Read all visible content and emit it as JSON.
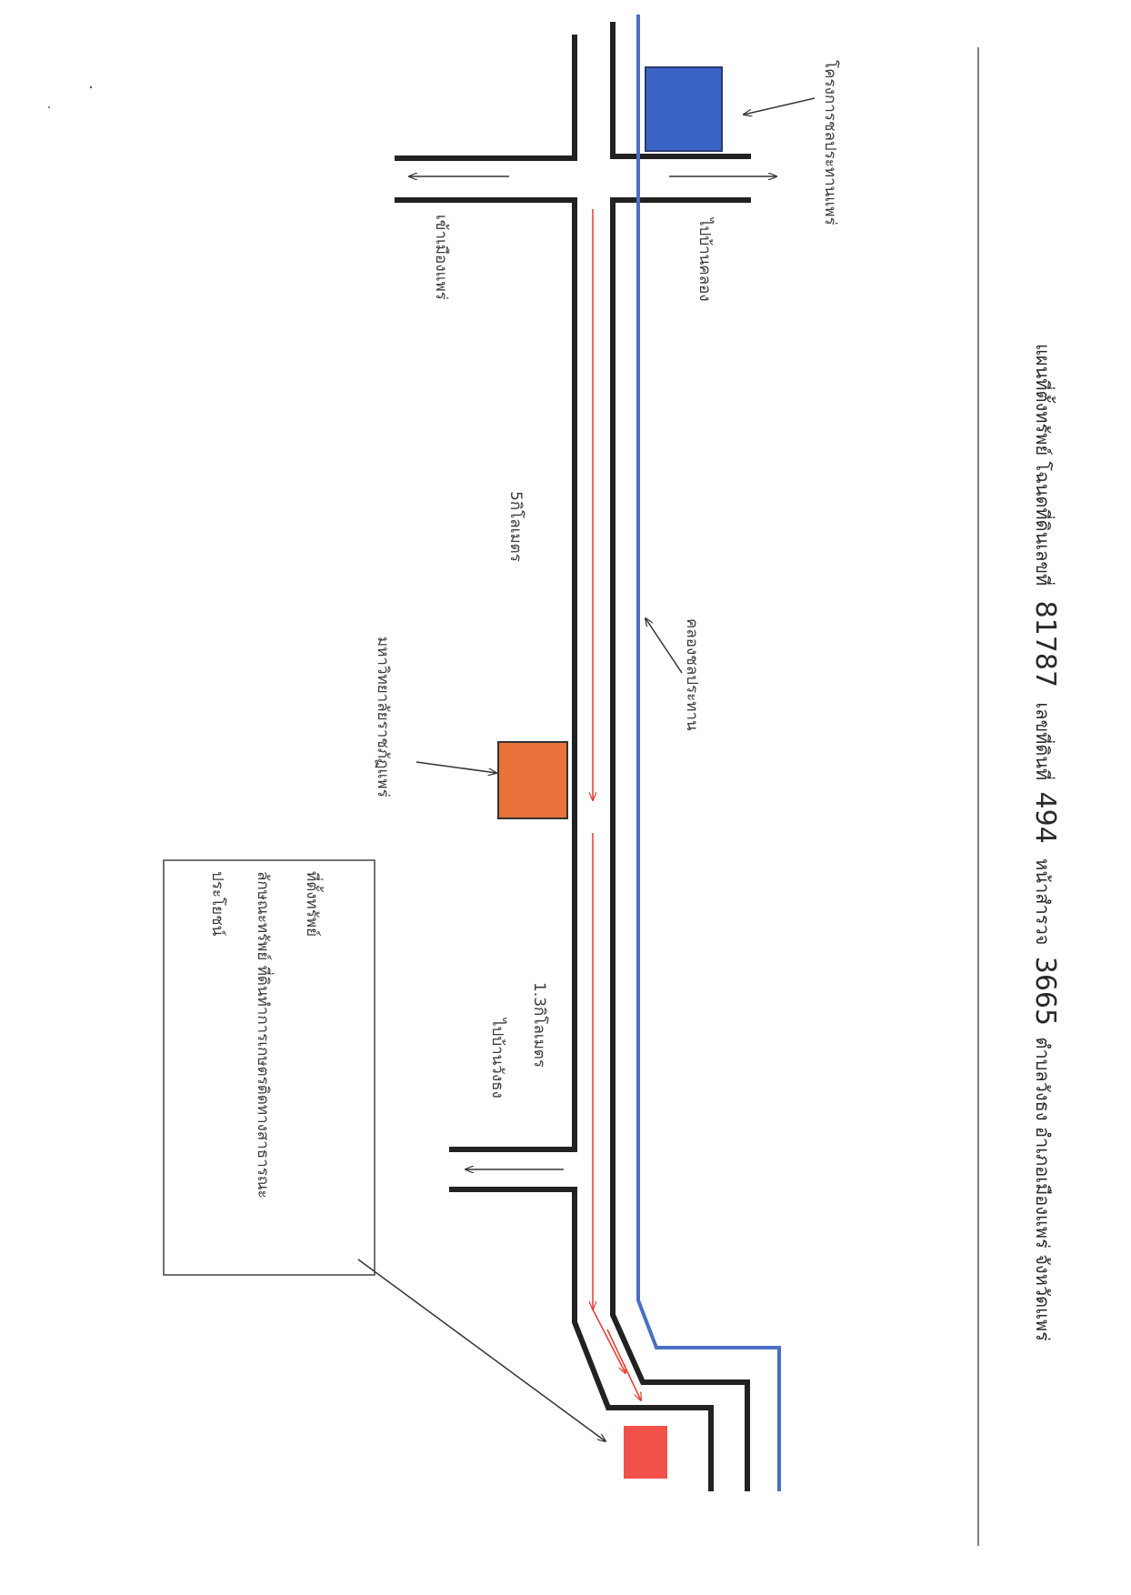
{
  "title": {
    "part1": "แผนที่ตั้งทรัพย์  โฉนดที่ดินเลขที่",
    "deed_no": "81787",
    "part2": "เลขที่ดินที่",
    "land_no": "494",
    "part3": "หน้าสำรวจ",
    "survey_no": "3665",
    "part4": "ตำบลวังธง อำเภอเมืองแพร่ จังหวัดแพร่"
  },
  "labels": {
    "project": "โครงการชลประทานแพร่",
    "to_ban_klong": "ไปบ้านคลอง",
    "to_phrae": "เข้าเมืองแพร่",
    "dist_5km": "5กิโลเมตร",
    "canal": "คลองชลประทาน",
    "university": "มหาวิทยาลัยราชภัฏแพร่",
    "dist_1_3km": "1.3กิโลเมตร",
    "to_wang_thong": "ไปบ้านวังธง"
  },
  "legend": {
    "line1": "ที่ตั้งทรัพย์",
    "line2": "ลักษณะทรัพย์ ที่ดินทำการเกษตรติดทางสาธารณะ",
    "line3": "ประโยชน์"
  },
  "colors": {
    "road": "#222222",
    "canal": "#4a6fc4",
    "route": "#e8392f",
    "project_box": "#3a64c8",
    "university_box": "#e8723a",
    "property_box": "#f0524a"
  }
}
